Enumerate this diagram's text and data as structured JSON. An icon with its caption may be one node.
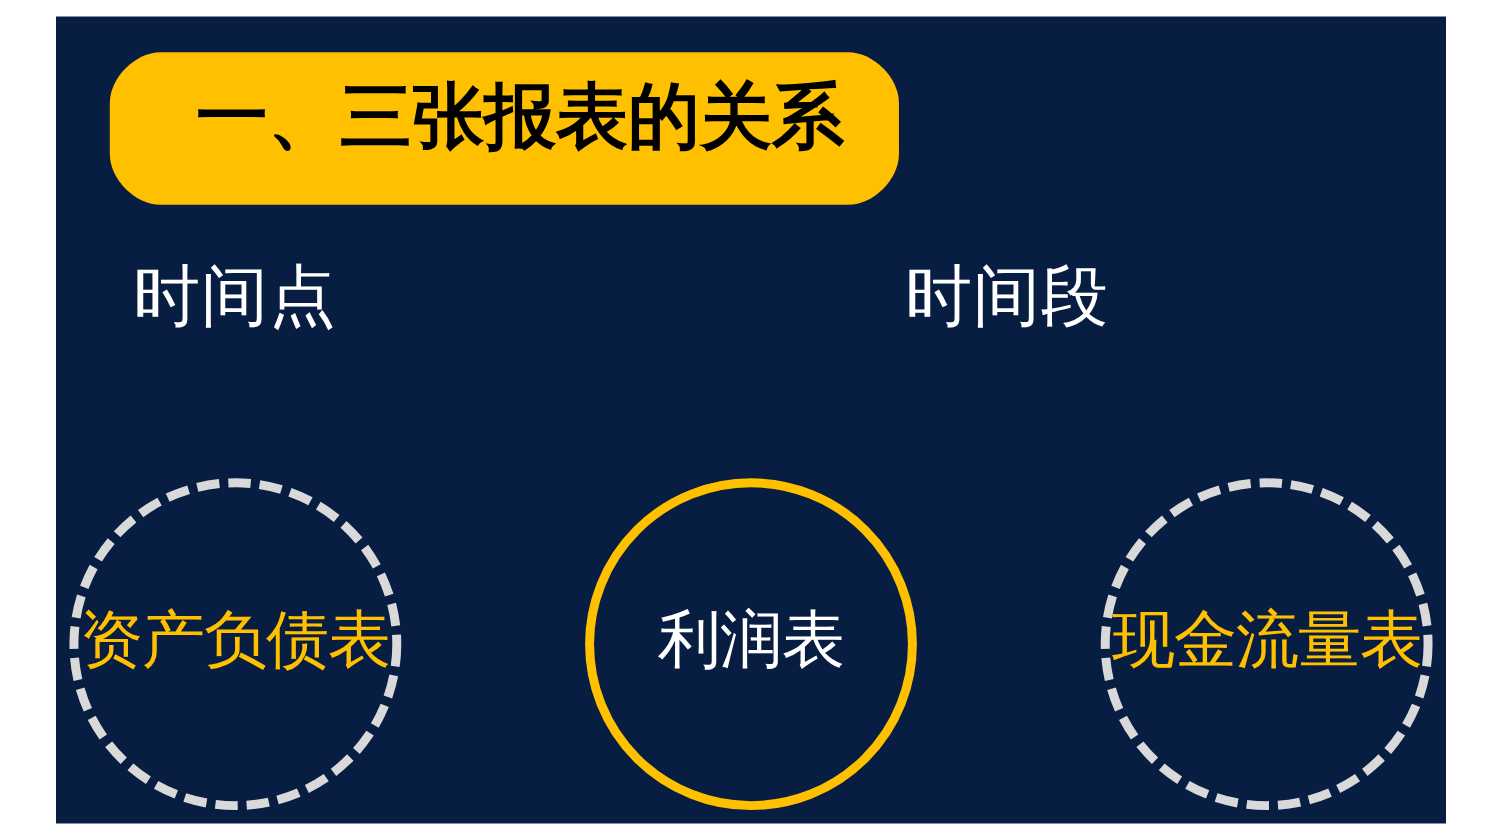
{
  "diagram": {
    "title": "一、三张报表的关系",
    "nodes": [
      {
        "text": [
          "资产负债表"
        ]
      },
      {
        "text": [
          "利润表"
        ]
      },
      {
        "text": [
          "现金流量表"
        ]
      }
    ],
    "edges": [],
    "labels": [
      "时间点",
      "时间段"
    ]
  }
}
